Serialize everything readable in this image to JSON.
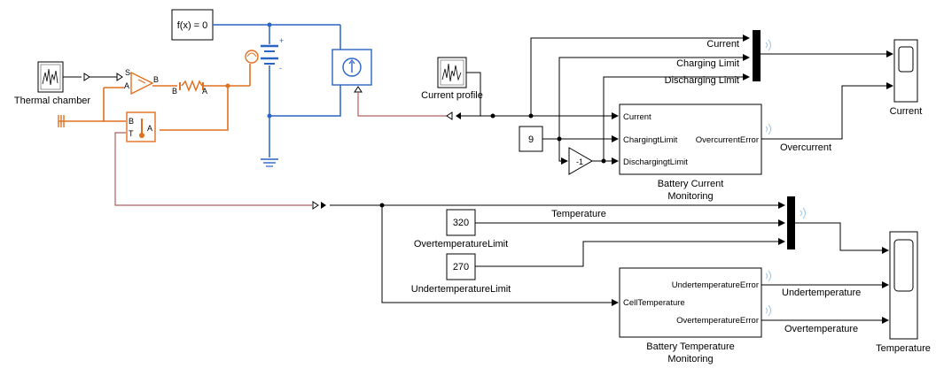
{
  "blocks": {
    "thermal_chamber": "Thermal chamber",
    "function_block": "f(x) = 0",
    "current_profile": "Current profile",
    "constant_nine": "9",
    "gain": "-1",
    "overtemp_limit_value": "320",
    "overtemp_limit_label": "OvertemperatureLimit",
    "undertemp_limit_value": "270",
    "undertemp_limit_label": "UndertemperatureLimit",
    "scope_current": "Current",
    "scope_temperature": "Temperature"
  },
  "current_monitor": {
    "title_line1": "Battery Current",
    "title_line2": "Monitoring",
    "in_current": "Current",
    "in_charging": "ChargingtLimit",
    "in_discharging": "DischargingtLimit",
    "out_error": "OvercurrentError"
  },
  "temp_monitor": {
    "title_line1": "Battery Temperature",
    "title_line2": "Monitoring",
    "in_cell": "CellTemperature",
    "out_under": "UndertemperatureError",
    "out_over": "OvertemperatureError"
  },
  "signals": {
    "current": "Current",
    "charging_limit": "Charging Limit",
    "discharging_limit": "Discharging Limit",
    "overcurrent": "Overcurrent",
    "temperature": "Temperature",
    "undertemperature": "Undertemperature",
    "overtemperature": "Overtemperature"
  },
  "ports": {
    "s": "S",
    "a": "A",
    "b": "B",
    "t": "T"
  },
  "colors": {
    "physical": "#e07020",
    "electrical": "#2a64c4",
    "thermal_line": "#b06060",
    "signal": "#000000"
  }
}
